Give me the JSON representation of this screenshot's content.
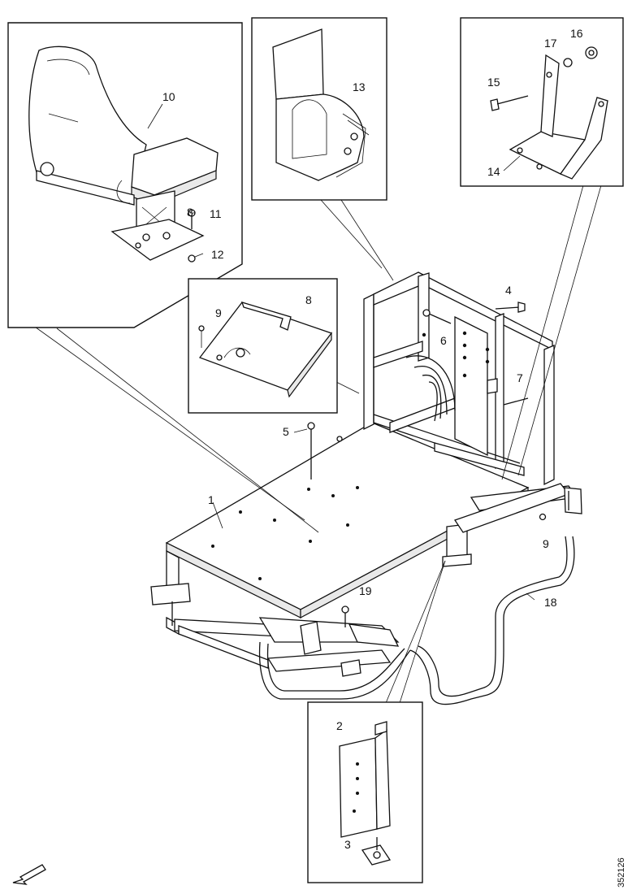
{
  "labels": {
    "p1": "1",
    "p2": "2",
    "p3": "3",
    "p4": "4",
    "p5": "5",
    "p6": "6",
    "p7": "7",
    "p8": "8",
    "p9a": "9",
    "p9b": "9",
    "p10": "10",
    "p11": "11",
    "p11b": "8",
    "p12": "12",
    "p13": "13",
    "p14": "14",
    "p15": "15",
    "p16": "16",
    "p17": "17",
    "p18": "18",
    "p19": "19"
  },
  "figure_id": "352126",
  "direction_arrow_icon": "arrow-down-left-icon"
}
